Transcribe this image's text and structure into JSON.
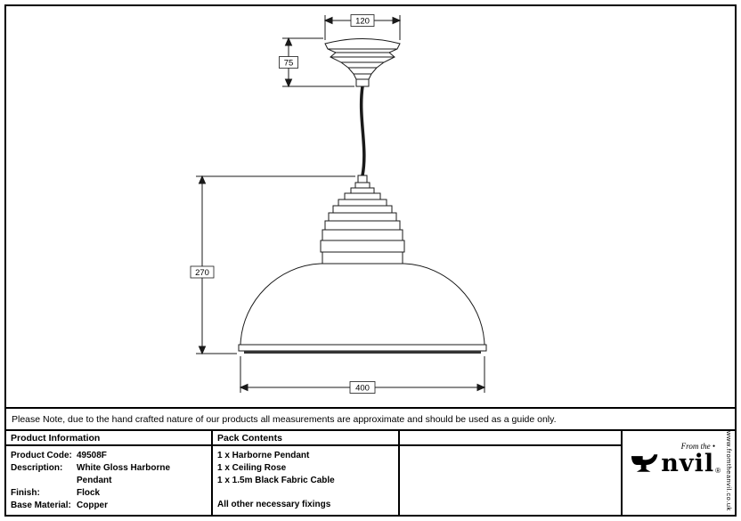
{
  "drawing": {
    "dimensions": {
      "rose_width": "120",
      "rose_height": "75",
      "overall_height": "270",
      "shade_width": "400"
    }
  },
  "note": {
    "text": "Please Note, due to the hand crafted nature of our products all measurements are approximate and should be used as a guide only."
  },
  "table": {
    "product_info": {
      "header": "Product Information",
      "rows": [
        {
          "label": "Product Code:",
          "value": "49508F"
        },
        {
          "label": "Description:",
          "value": "White Gloss Harborne Pendant"
        },
        {
          "label": "Finish:",
          "value": "Flock"
        },
        {
          "label": "Base Material:",
          "value": "Copper"
        }
      ]
    },
    "pack_contents": {
      "header": "Pack Contents",
      "items": [
        "1 x Harborne Pendant",
        "1 x Ceiling Rose",
        "1 x 1.5m Black Fabric Cable",
        "All other necessary fixings"
      ]
    }
  },
  "logo": {
    "tagline": "From the",
    "dot": "•",
    "brand": "nvil",
    "registered": "®",
    "website": "www.fromtheanvil.co.uk"
  }
}
